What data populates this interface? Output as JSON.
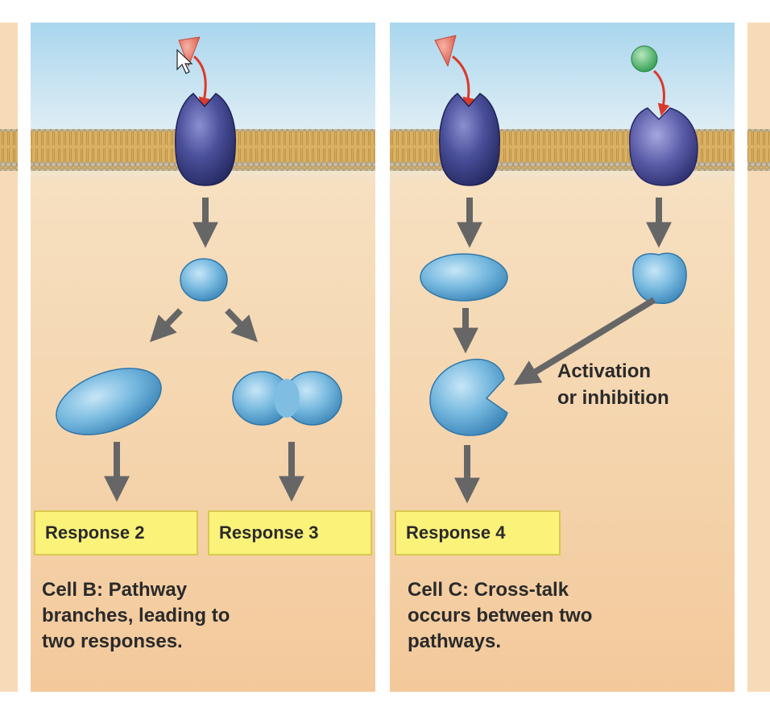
{
  "panels": {
    "cell_b": {
      "responses": [
        "Response 2",
        "Response 3"
      ],
      "caption_lines": [
        "Cell B: Pathway",
        "branches, leading to",
        "two responses."
      ]
    },
    "cell_c": {
      "responses": [
        "Response 4"
      ],
      "annotation_lines": [
        "Activation",
        "or inhibition"
      ],
      "caption_lines": [
        "Cell C: Cross-talk",
        "occurs between two",
        "pathways."
      ]
    }
  },
  "colors": {
    "extracellular_top": "#a9d6ee",
    "cytoplasm": "#f6d7b0",
    "membrane_band": "#d9b064",
    "receptor": "#3a3f86",
    "relay_protein": "#6fb3dc",
    "ligand_red": "#e46b56",
    "ligand_green": "#4bb06a",
    "arrow_gray": "#666666",
    "signal_arrow_red": "#d93a2b",
    "response_box": "#fbf27a"
  }
}
